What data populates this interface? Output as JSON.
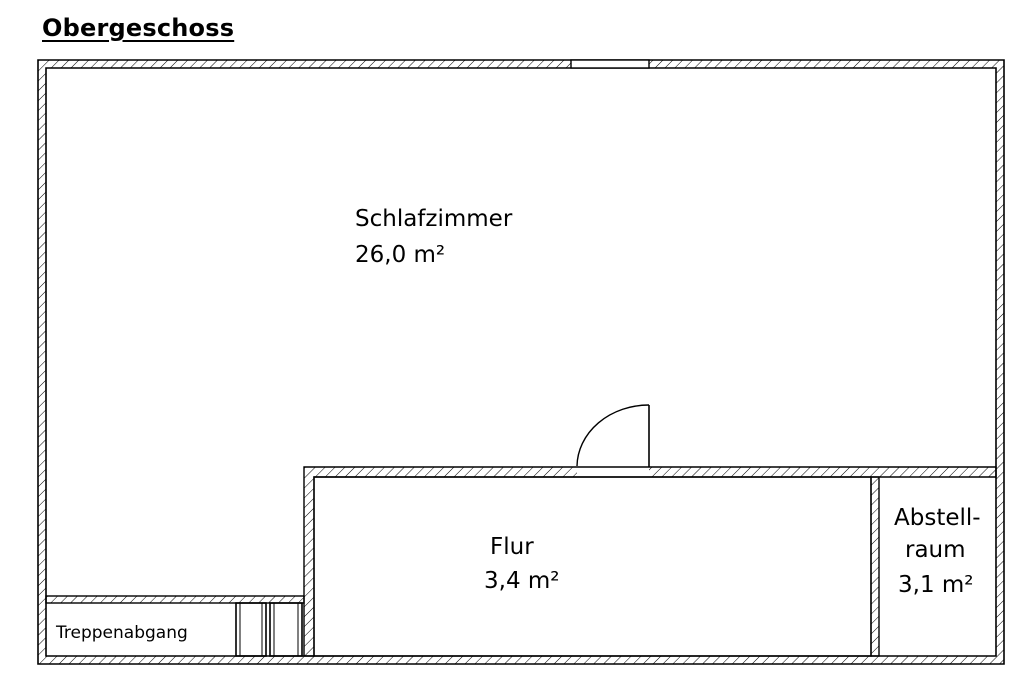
{
  "title": "Obergeschoss",
  "rooms": {
    "schlafzimmer": {
      "name": "Schlafzimmer",
      "area": "26,0 m²"
    },
    "flur": {
      "name": "Flur",
      "area": "3,4 m²"
    },
    "abstellraum": {
      "name_line1": "Abstell-",
      "name_line2": "raum",
      "area": "3,1 m²"
    },
    "treppe": {
      "name": "Treppenabgang"
    }
  },
  "colors": {
    "wall": "#000000",
    "background": "#ffffff"
  }
}
